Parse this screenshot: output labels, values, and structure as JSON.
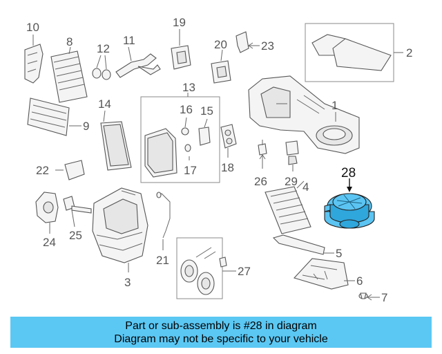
{
  "callouts": {
    "n1": "1",
    "n2": "2",
    "n3": "3",
    "n4": "4",
    "n5": "5",
    "n6": "6",
    "n7": "7",
    "n8": "8",
    "n9": "9",
    "n10": "10",
    "n11": "11",
    "n12": "12",
    "n13": "13",
    "n14": "14",
    "n15": "15",
    "n16": "16",
    "n17": "17",
    "n18": "18",
    "n19": "19",
    "n20": "20",
    "n21": "21",
    "n22": "22",
    "n23": "23",
    "n24": "24",
    "n25": "25",
    "n26": "26",
    "n27": "27",
    "n28": "28",
    "n29": "29"
  },
  "highlight": {
    "part_number": "28",
    "color": "#5bc4f2"
  },
  "banner": {
    "line1": "Part or sub-assembly is #28 in diagram",
    "line2": "Diagram may not be specific to your vehicle",
    "background": "#5bc8f4"
  }
}
